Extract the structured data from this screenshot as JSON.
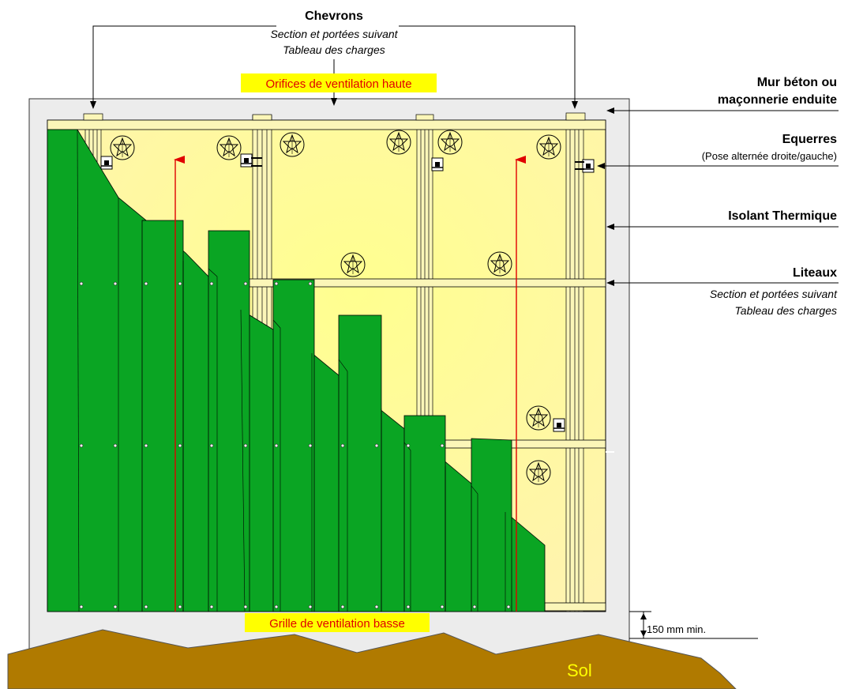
{
  "labels": {
    "chevrons_title": "Chevrons",
    "chevrons_line1": "Section et portées suivant",
    "chevrons_line2": "Tableau des charges",
    "orifices": "Orifices de ventilation haute",
    "mur_line1": "Mur béton ou",
    "mur_line2": "maçonnerie enduite",
    "equerres_title": "Equerres",
    "equerres_note": "(Pose alternée droite/gauche)",
    "isolant": "Isolant Thermique",
    "liteaux_title": "Liteaux",
    "liteaux_line1": "Section et portées suivant",
    "liteaux_line2": "Tableau des charges",
    "grille": "Grille de ventilation basse",
    "dimension": "150 mm min.",
    "sol": "Sol"
  },
  "colors": {
    "wall": "#ececec",
    "insulation": "#ffff9a",
    "batten": "#fbf6b8",
    "cladding": "#0aa523",
    "ground": "#b07a00",
    "arrow": "#e00000",
    "highlight": "#ffff00"
  }
}
